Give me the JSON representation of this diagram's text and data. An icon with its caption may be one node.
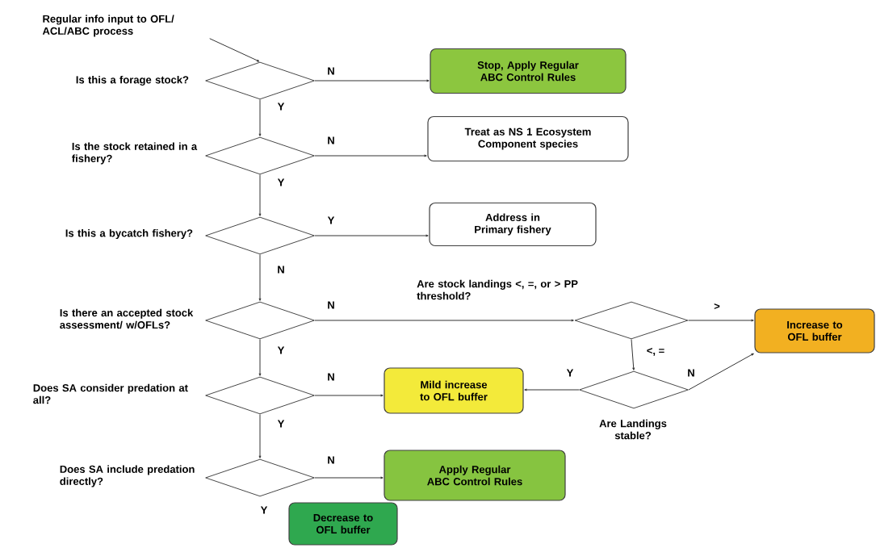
{
  "diagram": {
    "nodes": [
      {
        "text": [
          "Regular info input to OFL/ ACL/ABC process"
        ]
      },
      {
        "text": [],
        "shape": "diamond",
        "beside": [
          "Is this a forage stock?"
        ]
      },
      {
        "text": [
          "Stop, Apply Regular ABC Control Rules"
        ]
      },
      {
        "text": [],
        "shape": "diamond",
        "beside": [
          "Is the stock retained in a fishery?"
        ]
      },
      {
        "text": [
          "Treat as NS 1 Ecosystem Component species"
        ]
      },
      {
        "text": [],
        "shape": "diamond",
        "beside": [
          "Is this a bycatch fishery?"
        ]
      },
      {
        "text": [
          "Address in Primary fishery"
        ]
      },
      {
        "text": [],
        "shape": "diamond",
        "beside": [
          "Is there an accepted stock assessment/ w/OFLs?"
        ]
      },
      {
        "text": [],
        "shape": "diamond",
        "beside": [
          "Are stock landings <, =, or > PP threshold?"
        ]
      },
      {
        "text": [
          "Increase to OFL buffer"
        ]
      },
      {
        "text": [],
        "shape": "diamond",
        "beside": [
          "Does SA consider predation at all?"
        ]
      },
      {
        "text": [
          "Mild increase to OFL buffer"
        ]
      },
      {
        "text": [],
        "shape": "diamond",
        "beside": [
          "Are Landings stable?"
        ]
      },
      {
        "text": [],
        "shape": "diamond",
        "beside": [
          "Does SA include predation directly?"
        ]
      },
      {
        "text": [
          "Apply Regular ABC Control Rules"
        ]
      },
      {
        "text": [
          "Decrease to OFL buffer"
        ]
      }
    ],
    "edges": [
      {
        "from": 0,
        "to": 1,
        "arrow": "to"
      },
      {
        "from": 1,
        "to": 2,
        "arrow": "to",
        "label": "N"
      },
      {
        "from": 1,
        "to": 3,
        "arrow": "to",
        "label": "Y"
      },
      {
        "from": 3,
        "to": 4,
        "arrow": "to",
        "label": "N"
      },
      {
        "from": 3,
        "to": 5,
        "arrow": "to",
        "label": "Y"
      },
      {
        "from": 5,
        "to": 6,
        "arrow": "to",
        "label": "Y"
      },
      {
        "from": 5,
        "to": 7,
        "arrow": "to",
        "label": "N"
      },
      {
        "from": 7,
        "to": 8,
        "arrow": "to",
        "label": "N"
      },
      {
        "from": 7,
        "to": 10,
        "arrow": "to",
        "label": "Y"
      },
      {
        "from": 10,
        "to": 11,
        "arrow": "to",
        "label": "N"
      },
      {
        "from": 10,
        "to": 13,
        "arrow": "to",
        "label": "Y"
      },
      {
        "from": 13,
        "to": 14,
        "arrow": "to",
        "label": "N"
      },
      {
        "from": 8,
        "to": 9,
        "arrow": "to",
        "label": ">"
      },
      {
        "from": 8,
        "to": 12,
        "arrow": "to",
        "label": "<, ="
      },
      {
        "from": 12,
        "to": 11,
        "arrow": "to",
        "label": "Y"
      },
      {
        "from": 12,
        "to": 9,
        "arrow": "to",
        "label": "N"
      }
    ],
    "labels": [
      "Y"
    ]
  }
}
